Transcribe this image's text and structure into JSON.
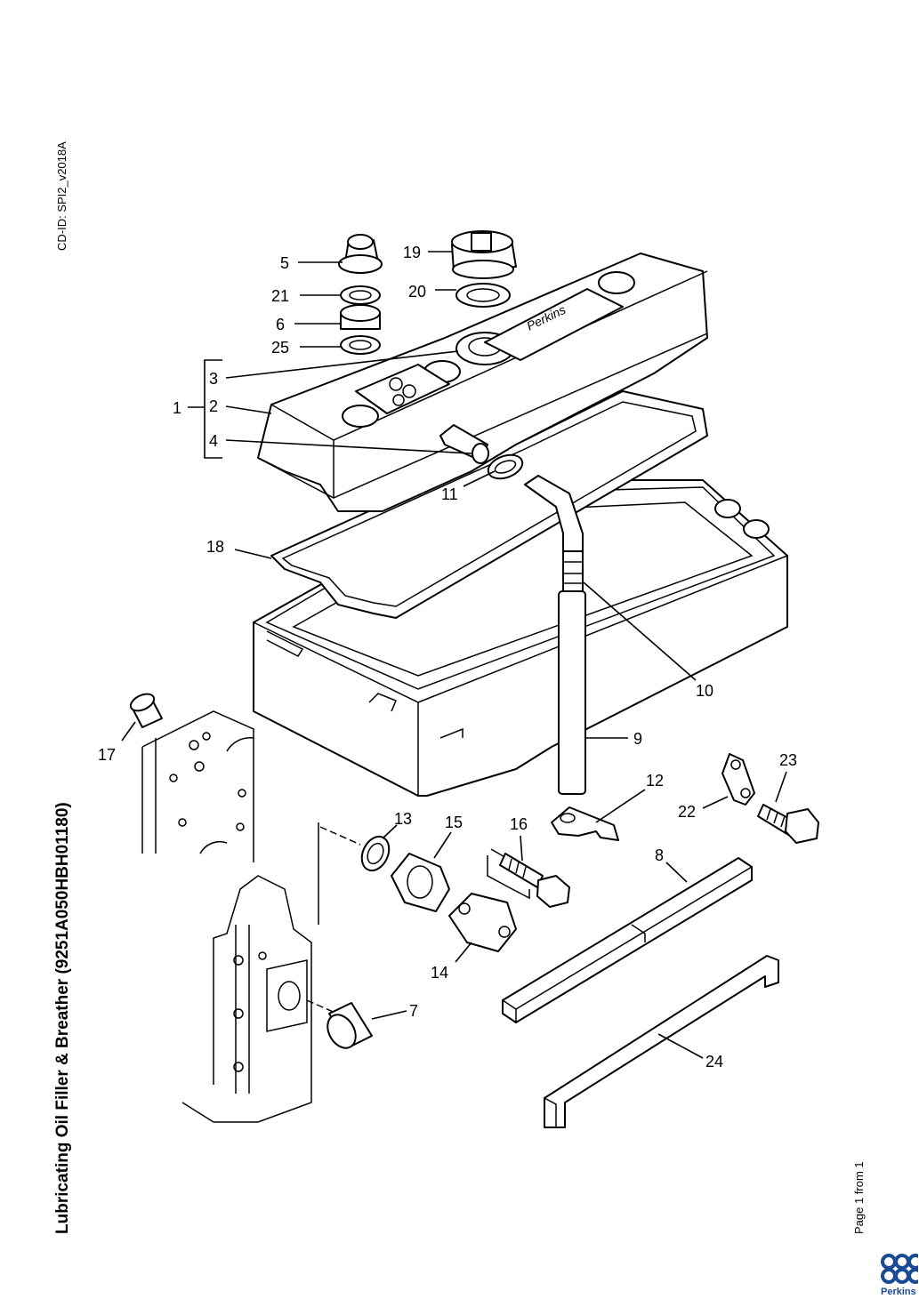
{
  "sidebar": {
    "cd_id": "CD-ID: SPI2_v2018A",
    "title": "Lubricating Oil Filler & Breather (9251A050HBH01180)",
    "page_info": "Page 1 from 1"
  },
  "brand": {
    "logo_text": "Perkins",
    "logo_color": "#1a4a94"
  },
  "callouts": [
    "5",
    "21",
    "6",
    "25",
    "19",
    "20",
    "3",
    "1",
    "2",
    "4",
    "11",
    "18",
    "10",
    "9",
    "17",
    "13",
    "15",
    "16",
    "12",
    "22",
    "23",
    "8",
    "14",
    "7",
    "24"
  ]
}
